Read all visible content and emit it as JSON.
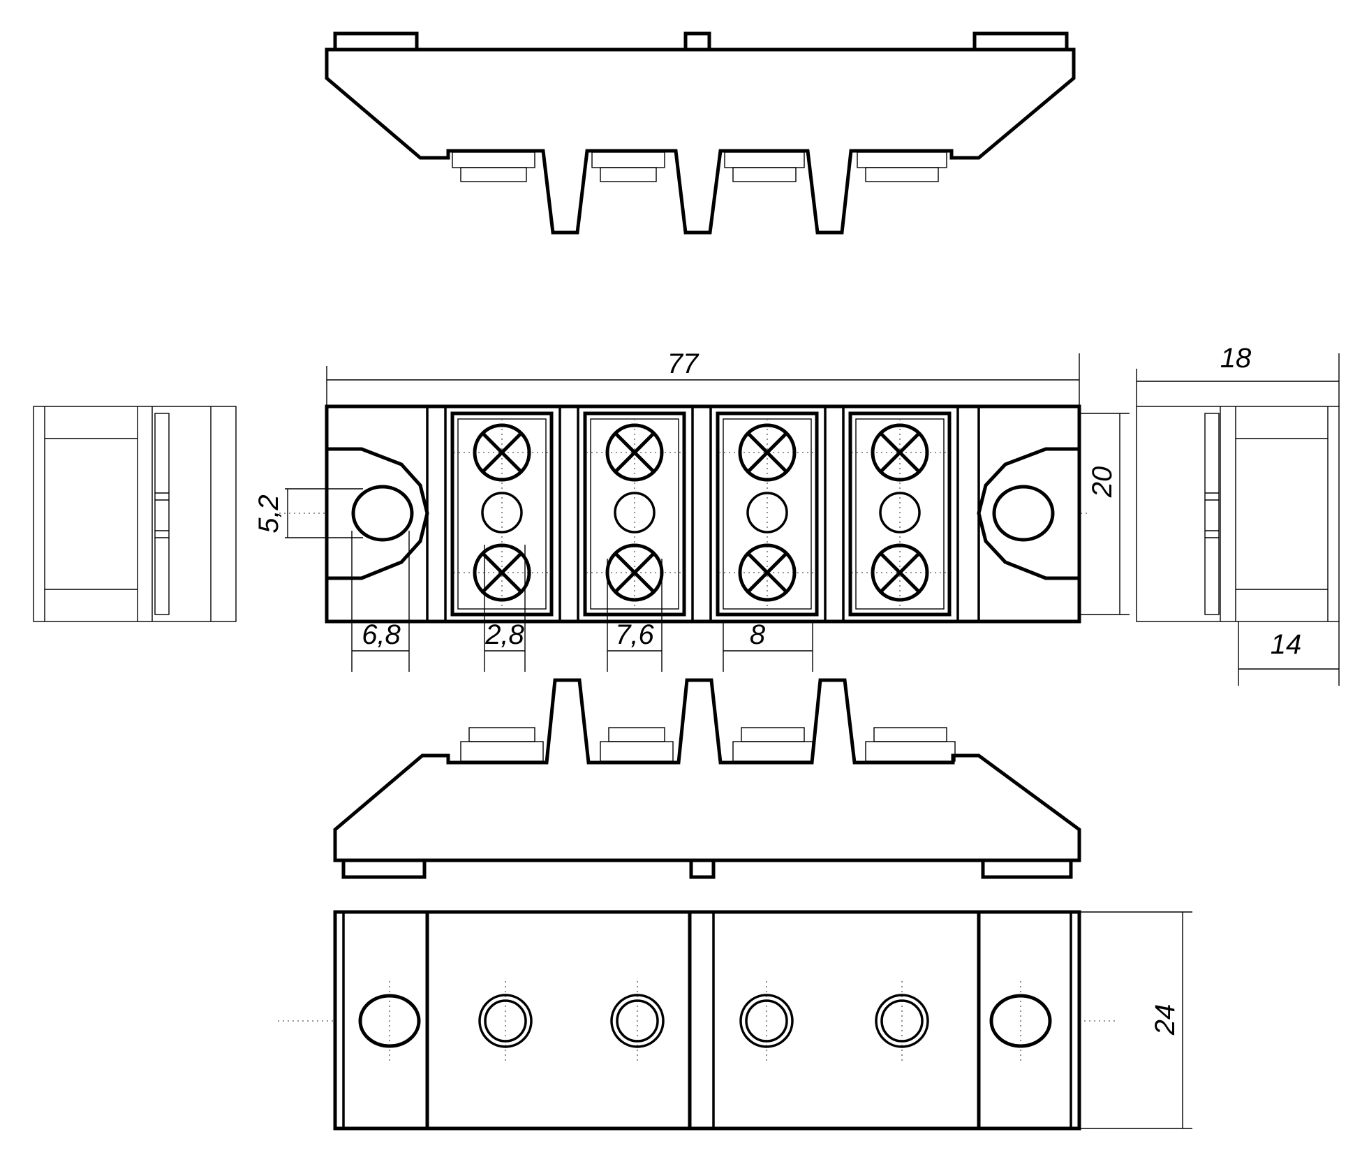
{
  "dimensions": {
    "overall_length": "77",
    "module_height": "20",
    "side_depth": "18",
    "side_inner_depth": "14",
    "mount_hole": "5,2",
    "ear_width": "6,8",
    "small_hole": "2,8",
    "screw_spacing": "7,6",
    "pitch": "8",
    "bottom_height": "24"
  },
  "colors": {
    "line": "#000000",
    "background": "#ffffff",
    "centerline": "#555555"
  }
}
